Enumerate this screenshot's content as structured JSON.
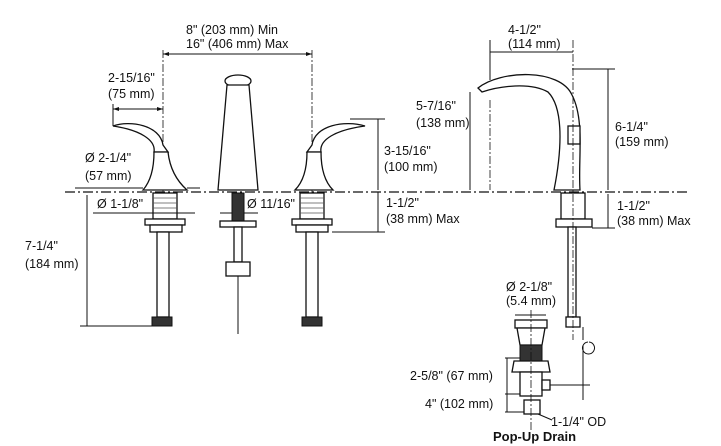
{
  "dimensions": {
    "spread_min": "8\" (203 mm) Min",
    "spread_max": "16\" (406 mm) Max",
    "handle_reach_in": "2-15/16\"",
    "handle_reach_mm": "(75 mm)",
    "base_dia_in": "Ø 2-1/4\"",
    "base_dia_mm": "(57 mm)",
    "handle_hole": "Ø 1-1/8\"",
    "spout_hole": "Ø 11/16\"",
    "handle_height_in": "3-15/16\"",
    "handle_height_mm": "(100 mm)",
    "deck_thick_in": "1-1/2\"",
    "deck_thick_mm": "(38 mm) Max",
    "below_deck_in": "7-1/4\"",
    "below_deck_mm": "(184 mm)",
    "spout_reach_in": "4-1/2\"",
    "spout_reach_mm": "(114 mm)",
    "spout_outlet_in": "5-7/16\"",
    "spout_outlet_mm": "(138 mm)",
    "spout_height_in": "6-1/4\"",
    "spout_height_mm": "(159 mm)",
    "side_deck_in": "1-1/2\"",
    "side_deck_mm": "(38 mm) Max",
    "drain_dia_in": "Ø 2-1/8\"",
    "drain_dia_mm": "(5.4 mm)",
    "drain_body": "2-5/8\" (67 mm)",
    "drain_total": "4\" (102 mm)",
    "drain_od": "1-1/4\" OD"
  },
  "captions": {
    "popup_drain": "Pop-Up Drain"
  }
}
